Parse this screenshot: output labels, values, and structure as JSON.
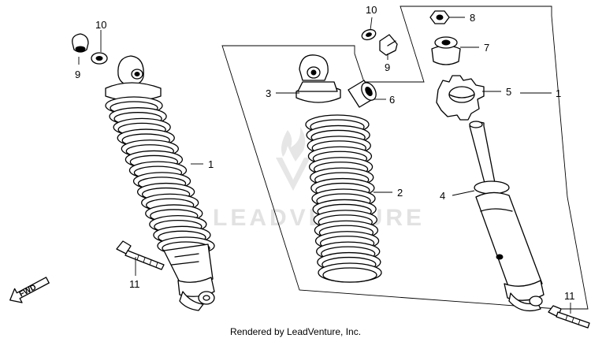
{
  "diagram": {
    "callouts": {
      "left_cap_nut": "9",
      "left_washer": "10",
      "left_shock_assembly": "1",
      "left_bolt": "11",
      "upper_washer": "10",
      "upper_cap_nut": "9",
      "spring_seat": "3",
      "collar": "6",
      "spring": "2",
      "lock_nut": "8",
      "bump_rubber": "7",
      "spring_adjuster": "5",
      "right_shock_assembly": "1",
      "damper": "4",
      "right_bolt": "11"
    },
    "direction_label": "FWD",
    "watermark_text": "LEADVENTURE",
    "credit": "Rendered by LeadVenture, Inc."
  }
}
